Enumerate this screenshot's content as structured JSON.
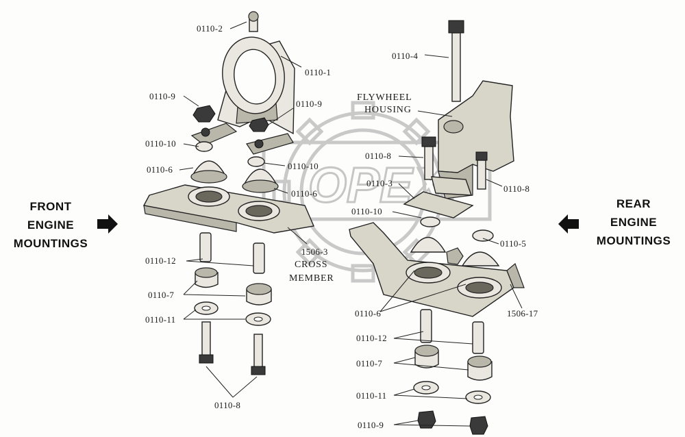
{
  "watermark": "OPEX",
  "side_labels": {
    "front": [
      "FRONT",
      "ENGINE",
      "MOUNTINGS"
    ],
    "rear": [
      "REAR",
      "ENGINE",
      "MOUNTINGS"
    ]
  },
  "callouts": {
    "c_0110_2": "0110-2",
    "c_0110_1": "0110-1",
    "c_0110_4": "0110-4",
    "c_0110_9_left": "0110-9",
    "c_0110_9_mid": "0110-9",
    "c_0110_10_left": "0110-10",
    "c_0110_10_mid": "0110-10",
    "c_0110_6_left": "0110-6",
    "c_0110_6_mid": "0110-6",
    "c_0110_8_mid": "0110-8",
    "c_0110_3": "0110-3",
    "c_0110_8_right": "0110-8",
    "c_0110_10_right": "0110-10",
    "c_0110_5": "0110-5",
    "c_1506_3": "1506-3",
    "cross": "CROSS",
    "member": "MEMBER",
    "c_0110_12_left": "0110-12",
    "c_0110_7_left": "0110-7",
    "c_0110_11_left": "0110-11",
    "c_0110_8_bottom": "0110-8",
    "c_0110_6_bottom": "0110-6",
    "c_1506_17": "1506-17",
    "c_0110_12_right": "0110-12",
    "c_0110_7_right": "0110-7",
    "c_0110_11_right": "0110-11",
    "c_0110_9_bottom": "0110-9",
    "flywheel": "FLYWHEEL",
    "housing": "HOUSING"
  },
  "icons": {
    "front_arrow": "arrow-right-icon",
    "rear_arrow": "arrow-left-icon"
  }
}
